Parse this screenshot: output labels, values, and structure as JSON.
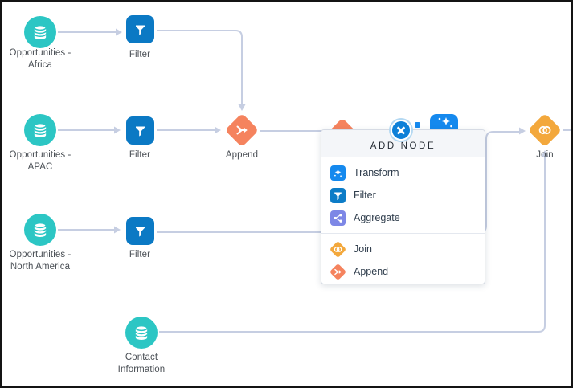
{
  "app": {
    "description": "data prep flow canvas"
  },
  "colors": {
    "dataset_teal": "#2cc6c4",
    "filter_blue": "#0b79c4",
    "transform_blue": "#1589ee",
    "aggregate_indigo": "#7d87e6",
    "join_amber": "#f3a83c",
    "append_coral": "#f5835e",
    "connector_gray": "#c6cee2",
    "close_button_blue": "#0d80d8"
  },
  "nodes": [
    {
      "type": "dataset",
      "label1": "Opportunities -",
      "label2": "Africa"
    },
    {
      "type": "filter",
      "label1": "Filter",
      "label2": ""
    },
    {
      "type": "dataset",
      "label1": "Opportunities -",
      "label2": "APAC"
    },
    {
      "type": "filter",
      "label1": "Filter",
      "label2": ""
    },
    {
      "type": "append",
      "label1": "Append",
      "label2": ""
    },
    {
      "type": "dataset",
      "label1": "Opportunities -",
      "label2": "North America"
    },
    {
      "type": "filter",
      "label1": "Filter",
      "label2": ""
    },
    {
      "type": "dataset",
      "label1": "Contact",
      "label2": "Information"
    },
    {
      "type": "join",
      "label1": "Join",
      "label2": ""
    }
  ],
  "hidden_nodes": [
    {
      "icon": "append-diamond-partial"
    },
    {
      "icon": "transform-square-partial"
    }
  ],
  "popup": {
    "title": "ADD NODE",
    "items": [
      {
        "label": "Transform",
        "icon": "transform-icon"
      },
      {
        "label": "Filter",
        "icon": "filter-icon"
      },
      {
        "label": "Aggregate",
        "icon": "aggregate-icon"
      },
      {
        "label": "Join",
        "icon": "join-icon"
      },
      {
        "label": "Append",
        "icon": "append-icon"
      }
    ]
  }
}
